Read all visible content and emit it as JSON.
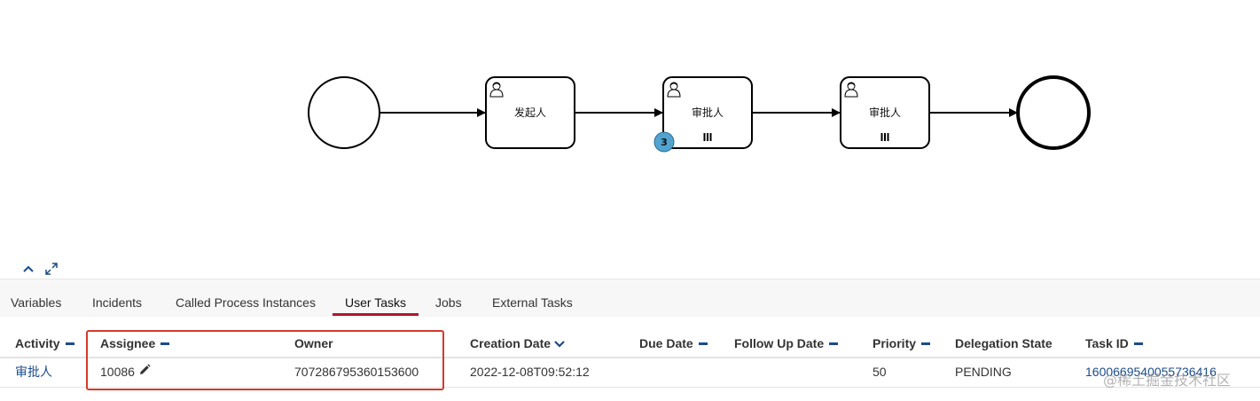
{
  "diagram": {
    "tasks": [
      {
        "label": "发起人",
        "multi_instance": false
      },
      {
        "label": "审批人",
        "multi_instance": true,
        "instance_count": "3"
      },
      {
        "label": "审批人",
        "multi_instance": true
      }
    ],
    "controls": [
      {
        "name": "collapse",
        "icon": "chevron-up-icon"
      },
      {
        "name": "fullscreen",
        "icon": "expand-icon"
      }
    ]
  },
  "tabs": [
    {
      "label": "Variables"
    },
    {
      "label": "Incidents"
    },
    {
      "label": "Called Process Instances"
    },
    {
      "label": "User Tasks",
      "active": true
    },
    {
      "label": "Jobs"
    },
    {
      "label": "External Tasks"
    }
  ],
  "table": {
    "columns": [
      {
        "label": "Activity"
      },
      {
        "label": "Assignee"
      },
      {
        "label": "Owner"
      },
      {
        "label": "Creation Date",
        "sort": "desc"
      },
      {
        "label": "Due Date"
      },
      {
        "label": "Follow Up Date"
      },
      {
        "label": "Priority"
      },
      {
        "label": "Delegation State"
      },
      {
        "label": "Task ID"
      }
    ],
    "rows": [
      {
        "activity": "审批人",
        "assignee": "10086",
        "owner": "707286795360153600",
        "creation_date": "2022-12-08T09:52:12",
        "due_date": "",
        "follow_up_date": "",
        "priority": "50",
        "delegation_state": "PENDING",
        "task_id": "1600669540055736416"
      }
    ]
  },
  "watermark": "@稀土掘金技术社区",
  "colors": {
    "accent_tab": "#b5152b",
    "link": "#1a4c8a",
    "highlight_box": "#d33a2c",
    "counter_badge": "#52a3cf"
  }
}
